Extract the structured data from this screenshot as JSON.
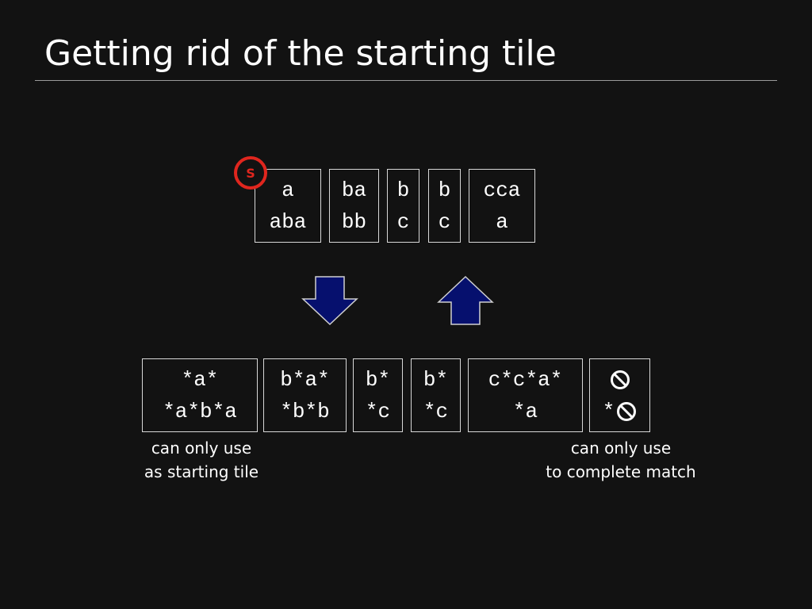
{
  "slide": {
    "title": "Getting rid of the starting tile"
  },
  "top_tiles": [
    {
      "top": "a",
      "bottom": "aba"
    },
    {
      "top": "ba",
      "bottom": "bb"
    },
    {
      "top": "b",
      "bottom": "c"
    },
    {
      "top": "b",
      "bottom": "c"
    },
    {
      "top": "cca",
      "bottom": "a"
    }
  ],
  "start_badge": "S",
  "bottom_tiles": [
    {
      "top": "*a*",
      "bottom": "*a*b*a"
    },
    {
      "top": "b*a*",
      "bottom": "*b*b"
    },
    {
      "top": "b*",
      "bottom": "*c"
    },
    {
      "top": "b*",
      "bottom": "*c"
    },
    {
      "top": "c*c*a*",
      "bottom": "*a"
    },
    {
      "top_icon": "no-symbol-icon",
      "bottom_prefix": "*",
      "bottom_icon": "no-symbol-icon"
    }
  ],
  "captions": {
    "left": {
      "line1": "can only use",
      "line2": "as starting tile"
    },
    "right": {
      "line1": "can only use",
      "line2": "to complete match"
    }
  },
  "colors": {
    "background": "#121212",
    "badge": "#e0261e",
    "arrow_fill": "#06106e",
    "arrow_stroke": "#d0d0d0"
  }
}
